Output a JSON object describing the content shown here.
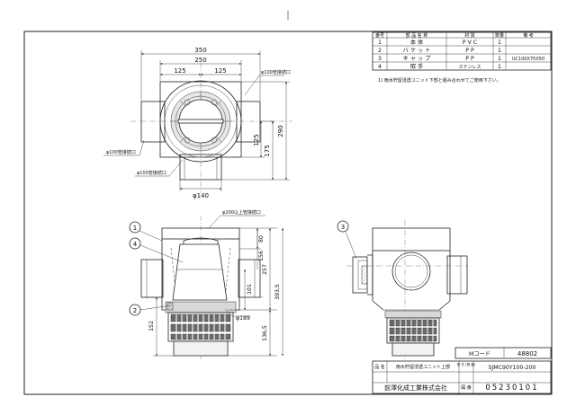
{
  "parts_table": {
    "headers": [
      "番号",
      "部 品 名 称",
      "材 質",
      "数量",
      "備 考"
    ],
    "rows": [
      {
        "no": "1",
        "name": "本 体",
        "material": "P V C",
        "qty": "1",
        "note": ""
      },
      {
        "no": "2",
        "name": "バ ケ ッ ト",
        "material": "P P",
        "qty": "1",
        "note": ""
      },
      {
        "no": "3",
        "name": "キ ャ ッ プ",
        "material": "P P",
        "qty": "1",
        "note": "UC100X75X50"
      },
      {
        "no": "4",
        "name": "取 手",
        "material": "ステンレス",
        "qty": "1",
        "note": ""
      }
    ],
    "note": "1) 雨水貯留浸透ユニット下部と組み合わせてご使用下さい。"
  },
  "top_view": {
    "dims": {
      "width_350": "350",
      "width_250": "250",
      "half_left": "125",
      "half_right": "125",
      "height_290": "290",
      "height_175": "175",
      "height_125": "125"
    },
    "labels": {
      "inlet_right": "φ100管接続口",
      "inlet_left": "φ100管接続口",
      "inlet_bottom": "φ100管接続口",
      "outlet": "φ140"
    }
  },
  "front_view": {
    "dims": {
      "h80": "80",
      "h156": "156",
      "h101": "101",
      "h257": "257",
      "h3935": "393,5",
      "h1365": "136,5",
      "h152": "152"
    },
    "labels": {
      "top_inlet": "φ200以上管接続口",
      "bucket_dia": "φ189"
    },
    "callouts": [
      "1",
      "4",
      "2"
    ]
  },
  "side_view": {
    "callouts": [
      "3"
    ]
  },
  "title_block": {
    "code_label": "Mコード",
    "code_value": "48802",
    "name_label": "品 名",
    "name_value": "雨水貯留浸透ユニット上部",
    "model_label": "形 式 (規 格)",
    "model_value": "SJMC90Y100-200",
    "drawing_label": "図 番",
    "drawing_value": "05230101",
    "company": "前澤化成工業株式会社"
  }
}
